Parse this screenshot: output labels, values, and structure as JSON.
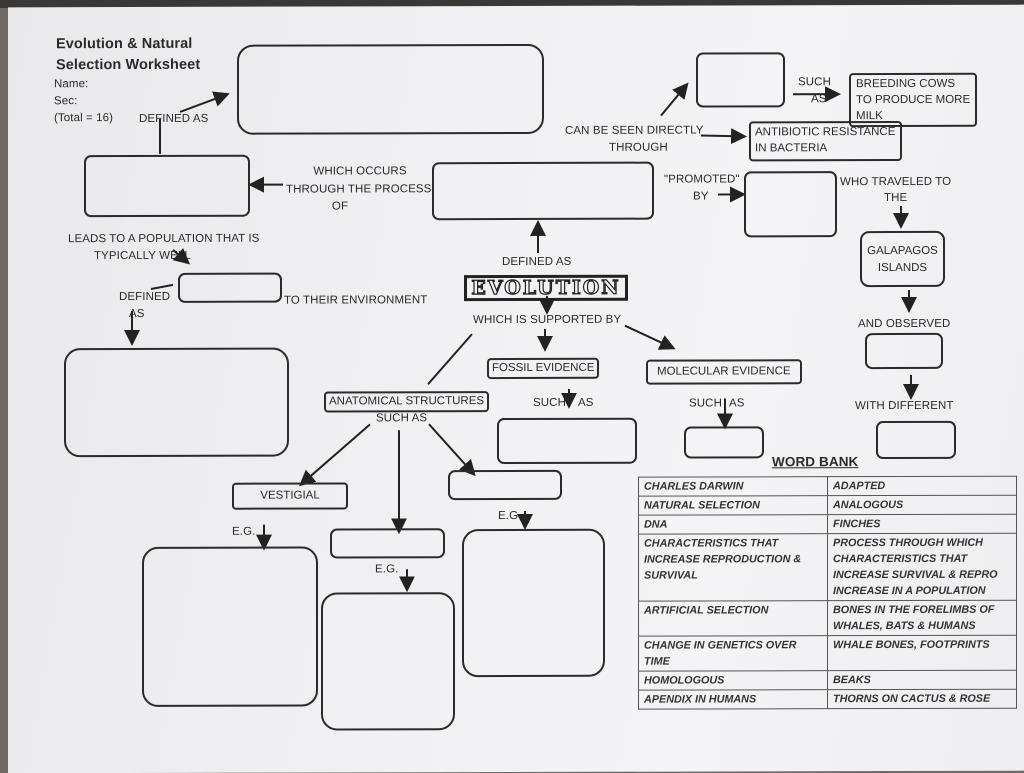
{
  "worksheet": {
    "title_line1": "Evolution & Natural",
    "title_line2": "Selection Worksheet",
    "name_label": "Name:",
    "sec_label": "Sec:",
    "total_label": "(Total = 16)"
  },
  "labels": {
    "defined_as_top": "DEFINED AS",
    "which_occurs": "WHICH OCCURS",
    "through_process": "THROUGH THE PROCESS",
    "of": "OF",
    "leads_to_1": "LEADS TO A POPULATION THAT IS",
    "leads_to_2": "TYPICALLY WELL",
    "defined": "DEFINED",
    "as": "AS",
    "to_env": "TO THEIR ENVIRONMENT",
    "defined_as_evo": "DEFINED AS",
    "evolution": "EVOLUTION",
    "supported_by": "WHICH IS SUPPORTED BY",
    "can_be_seen_1": "CAN BE SEEN DIRECTLY",
    "can_be_seen_2": "THROUGH",
    "such": "SUCH",
    "as_small": "AS",
    "breeding_cows": "BREEDING COWS\nTO PRODUCE MORE\nMILK",
    "antibiotic": "ANTIBIOTIC RESISTANCE\nIN BACTERIA",
    "promoted_1": "\"PROMOTED\"",
    "promoted_2": "BY",
    "who_traveled_1": "WHO TRAVELED TO",
    "who_traveled_2": "THE",
    "galapagos": "GALAPAGOS\nISLANDS",
    "and_observed": "AND OBSERVED",
    "with_different": "WITH DIFFERENT",
    "fossil_evidence": "FOSSIL EVIDENCE",
    "molecular_evidence": "MOLECULAR EVIDENCE",
    "anatomical": "ANATOMICAL STRUCTURES",
    "such_as_anat": "SUCH AS",
    "such_as_fossil_1": "SUCH",
    "such_as_fossil_2": "AS",
    "such_as_mol_1": "SUCH",
    "such_as_mol_2": "AS",
    "vestigial": "VESTIGIAL",
    "eg1": "E.G.",
    "eg2": "E.G.",
    "eg3": "E.G"
  },
  "word_bank": {
    "title": "WORD BANK",
    "rows": [
      [
        "CHARLES DARWIN",
        "ADAPTED"
      ],
      [
        "NATURAL SELECTION",
        "ANALOGOUS"
      ],
      [
        "DNA",
        "FINCHES"
      ],
      [
        "CHARACTERISTICS THAT INCREASE REPRODUCTION & SURVIVAL",
        "PROCESS THROUGH WHICH CHARACTERISTICS THAT INCREASE SURVIVAL & REPRO INCREASE IN A POPULATION"
      ],
      [
        "ARTIFICIAL SELECTION",
        "BONES IN THE FORELIMBS OF WHALES, BATS & HUMANS"
      ],
      [
        "CHANGE IN GENETICS OVER TIME",
        "WHALE BONES, FOOTPRINTS"
      ],
      [
        "HOMOLOGOUS",
        "BEAKS"
      ],
      [
        "APENDIX IN HUMANS",
        "THORNS ON CACTUS & ROSE"
      ]
    ]
  }
}
